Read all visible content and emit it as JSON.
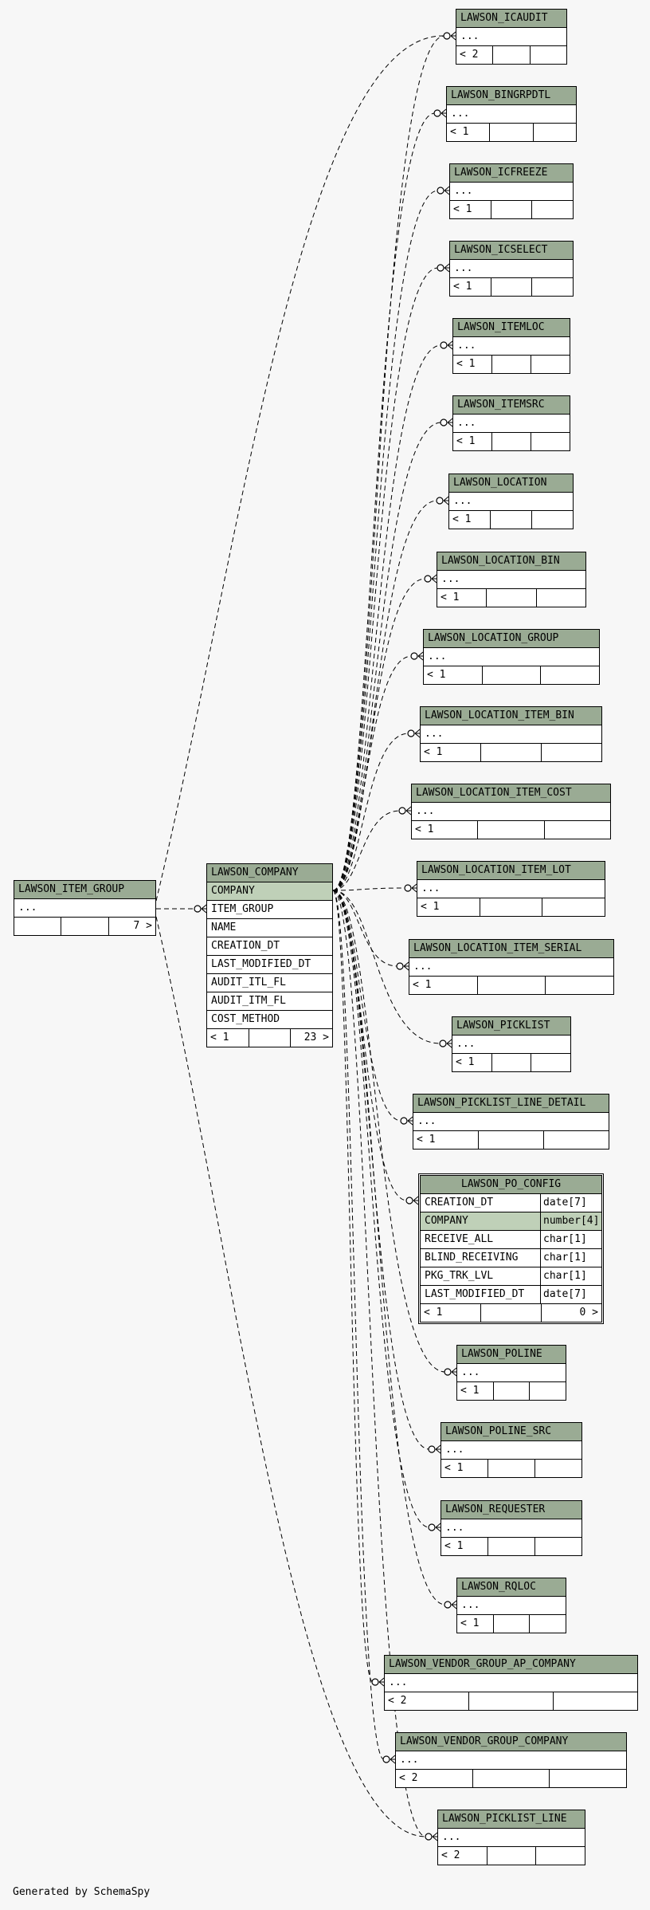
{
  "diagram": {
    "generated_by": "Generated by SchemaSpy",
    "ellipsis": "...",
    "item_group": {
      "name": "LAWSON_ITEM_GROUP",
      "foot": [
        "",
        "",
        "7 >"
      ]
    },
    "company": {
      "name": "LAWSON_COMPANY",
      "columns": [
        "COMPANY",
        "ITEM_GROUP",
        "NAME",
        "CREATION_DT",
        "LAST_MODIFIED_DT",
        "AUDIT_ITL_FL",
        "AUDIT_ITM_FL",
        "COST_METHOD"
      ],
      "foot": [
        "< 1",
        "",
        "23 >"
      ]
    },
    "po_config": {
      "name": "LAWSON_PO_CONFIG",
      "columns": [
        {
          "name": "CREATION_DT",
          "type": "date[7]"
        },
        {
          "name": "COMPANY",
          "type": "number[4]"
        },
        {
          "name": "RECEIVE_ALL",
          "type": "char[1]"
        },
        {
          "name": "BLIND_RECEIVING",
          "type": "char[1]"
        },
        {
          "name": "PKG_TRK_LVL",
          "type": "char[1]"
        },
        {
          "name": "LAST_MODIFIED_DT",
          "type": "date[7]"
        }
      ],
      "foot": [
        "< 1",
        "",
        "0 >"
      ]
    },
    "children": [
      {
        "name": "LAWSON_ICAUDIT",
        "foot": [
          "< 2",
          "",
          ""
        ]
      },
      {
        "name": "LAWSON_BINGRPDTL",
        "foot": [
          "< 1",
          "",
          ""
        ]
      },
      {
        "name": "LAWSON_ICFREEZE",
        "foot": [
          "< 1",
          "",
          ""
        ]
      },
      {
        "name": "LAWSON_ICSELECT",
        "foot": [
          "< 1",
          "",
          ""
        ]
      },
      {
        "name": "LAWSON_ITEMLOC",
        "foot": [
          "< 1",
          "",
          ""
        ]
      },
      {
        "name": "LAWSON_ITEMSRC",
        "foot": [
          "< 1",
          "",
          ""
        ]
      },
      {
        "name": "LAWSON_LOCATION",
        "foot": [
          "< 1",
          "",
          ""
        ]
      },
      {
        "name": "LAWSON_LOCATION_BIN",
        "foot": [
          "< 1",
          "",
          ""
        ]
      },
      {
        "name": "LAWSON_LOCATION_GROUP",
        "foot": [
          "< 1",
          "",
          ""
        ]
      },
      {
        "name": "LAWSON_LOCATION_ITEM_BIN",
        "foot": [
          "< 1",
          "",
          ""
        ]
      },
      {
        "name": "LAWSON_LOCATION_ITEM_COST",
        "foot": [
          "< 1",
          "",
          ""
        ]
      },
      {
        "name": "LAWSON_LOCATION_ITEM_LOT",
        "foot": [
          "< 1",
          "",
          ""
        ]
      },
      {
        "name": "LAWSON_LOCATION_ITEM_SERIAL",
        "foot": [
          "< 1",
          "",
          ""
        ]
      },
      {
        "name": "LAWSON_PICKLIST",
        "foot": [
          "< 1",
          "",
          ""
        ]
      },
      {
        "name": "LAWSON_PICKLIST_LINE_DETAIL",
        "foot": [
          "< 1",
          "",
          ""
        ]
      },
      {
        "name": "LAWSON_POLINE",
        "foot": [
          "< 1",
          "",
          ""
        ]
      },
      {
        "name": "LAWSON_POLINE_SRC",
        "foot": [
          "< 1",
          "",
          ""
        ]
      },
      {
        "name": "LAWSON_REQUESTER",
        "foot": [
          "< 1",
          "",
          ""
        ]
      },
      {
        "name": "LAWSON_RQLOC",
        "foot": [
          "< 1",
          "",
          ""
        ]
      },
      {
        "name": "LAWSON_VENDOR_GROUP_AP_COMPANY",
        "foot": [
          "< 2",
          "",
          ""
        ]
      },
      {
        "name": "LAWSON_VENDOR_GROUP_COMPANY",
        "foot": [
          "< 2",
          "",
          ""
        ]
      },
      {
        "name": "LAWSON_PICKLIST_LINE",
        "foot": [
          "< 2",
          "",
          ""
        ]
      }
    ]
  }
}
